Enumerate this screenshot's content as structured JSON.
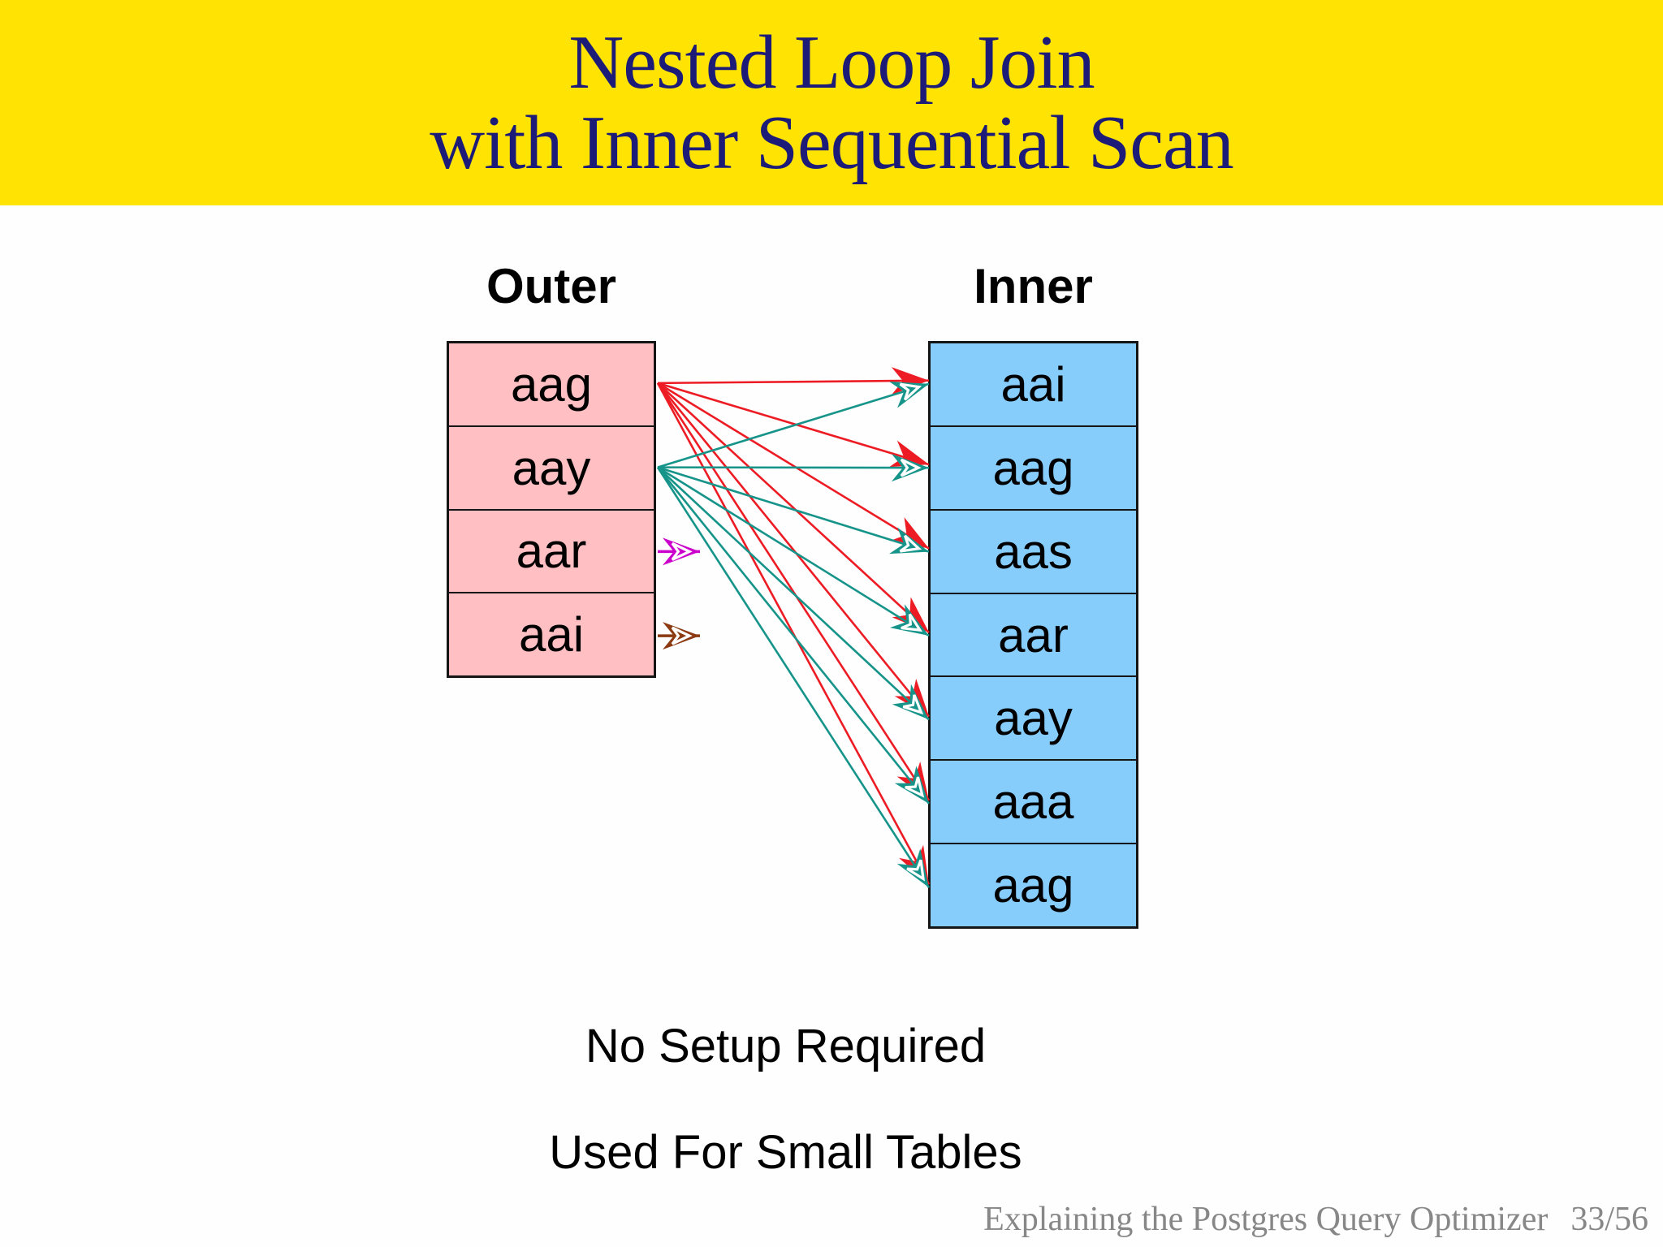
{
  "title": {
    "line1": "Nested Loop Join",
    "line2": "with Inner Sequential Scan"
  },
  "columns": {
    "outer_label": "Outer",
    "inner_label": "Inner"
  },
  "outer_rows": [
    "aag",
    "aay",
    "aar",
    "aai"
  ],
  "inner_rows": [
    "aai",
    "aag",
    "aas",
    "aar",
    "aay",
    "aaa",
    "aag"
  ],
  "colors": {
    "banner_yellow": "#ffe303",
    "title_navy": "#1c1c78",
    "outer_pink": "#ffbfc3",
    "inner_blue": "#87cdfc",
    "red": "#ed1c24",
    "teal": "#16948a",
    "magenta": "#cc00cc",
    "brown": "#8c3a12",
    "footer_gray": "#878787",
    "head_inner_chevron": "#ffffff"
  },
  "arrows": {
    "sets": [
      {
        "name": "join-scan-from-aag",
        "source_row": 0,
        "color": "red",
        "targets": [
          0,
          1,
          2,
          3,
          4,
          5,
          6
        ]
      },
      {
        "name": "join-scan-from-aay",
        "source_row": 1,
        "color": "teal",
        "targets": [
          0,
          1,
          2,
          3,
          4,
          5,
          6
        ]
      }
    ],
    "stubs": [
      {
        "name": "pointer-from-aar",
        "source_row": 2,
        "color": "magenta"
      },
      {
        "name": "pointer-from-aai",
        "source_row": 3,
        "color": "brown"
      }
    ]
  },
  "notes": [
    "No Setup Required",
    "Used For Small Tables"
  ],
  "footer": {
    "text": "Explaining the Postgres Query Optimizer",
    "page": "33/56"
  }
}
